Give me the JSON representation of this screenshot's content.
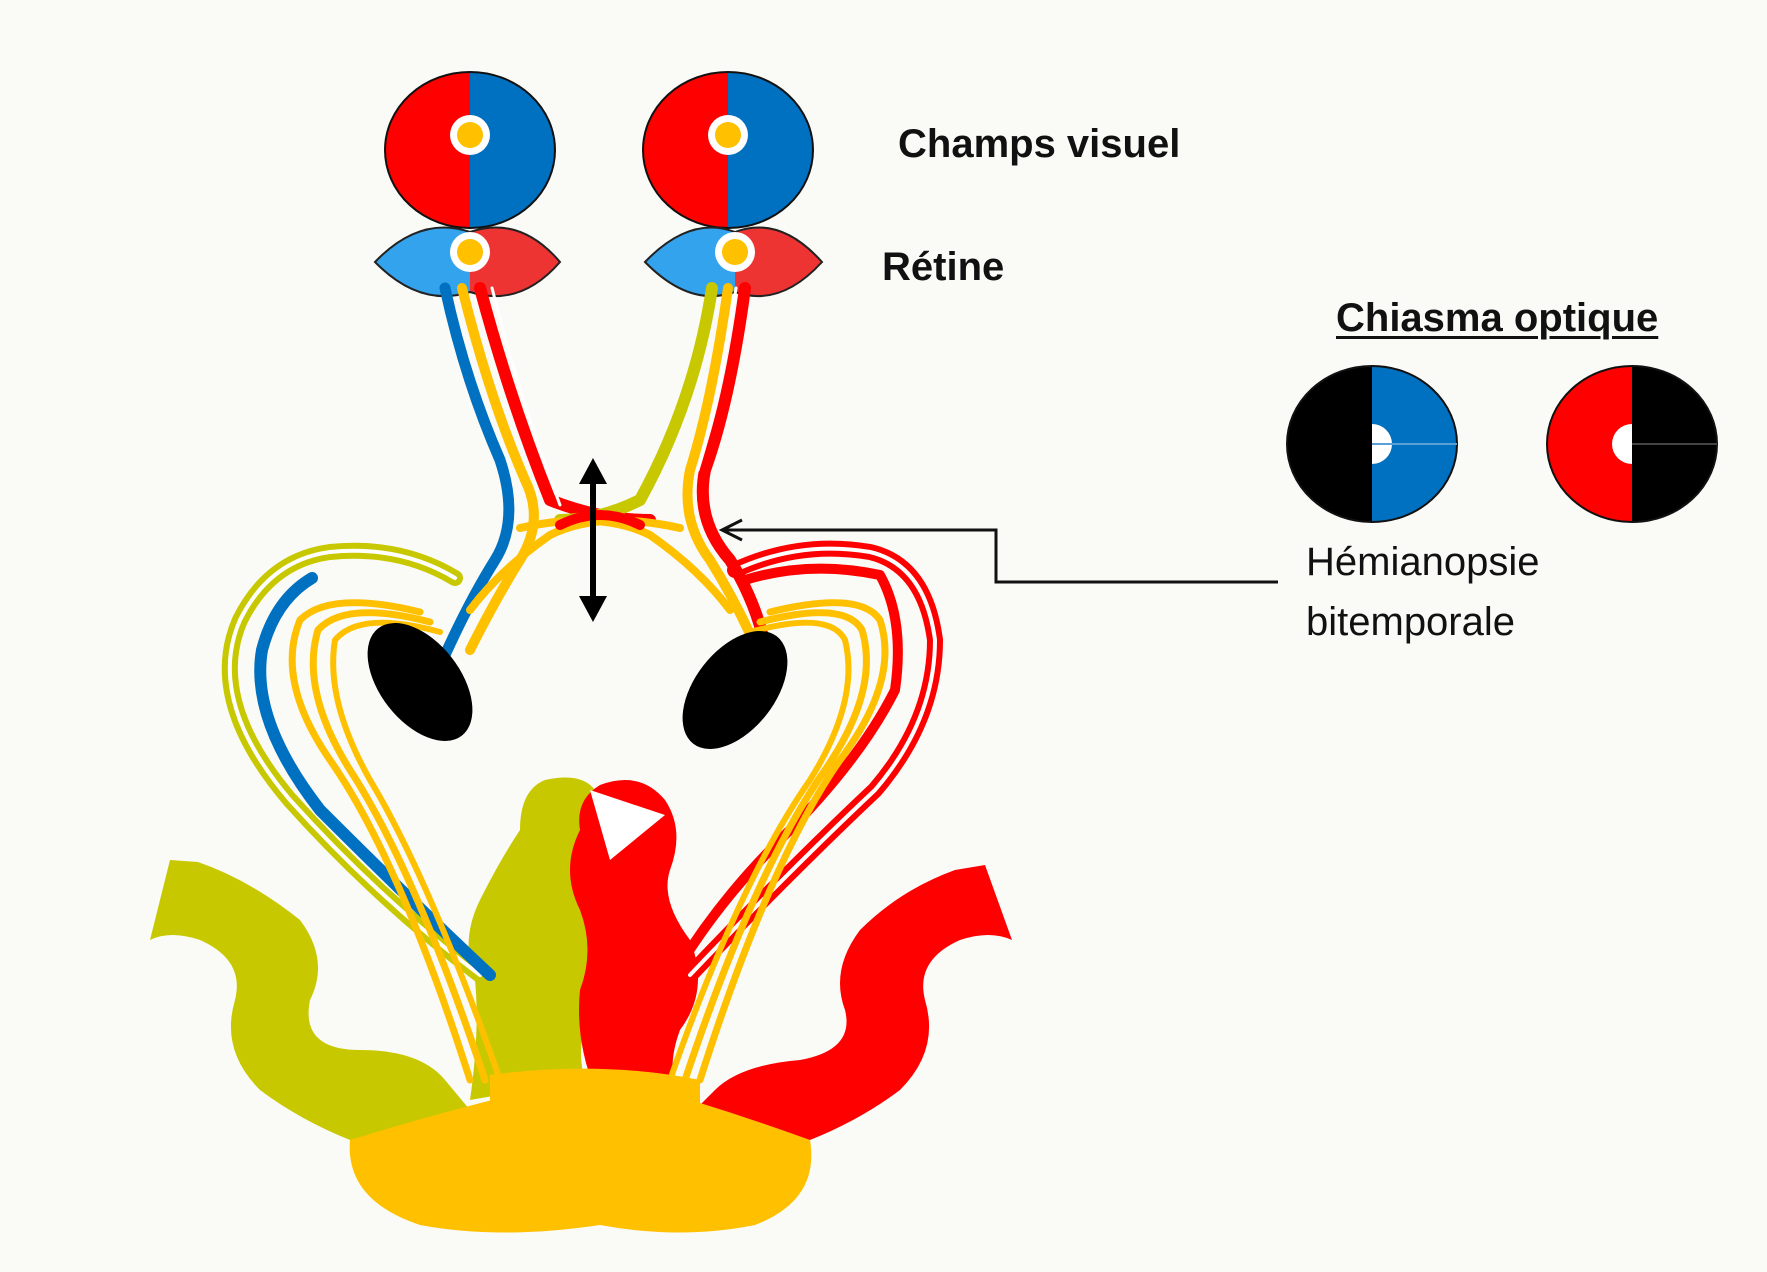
{
  "labels": {
    "visual_fields": "Champs visuel",
    "retina": "Rétine",
    "lesion_site": "Chiasma optique",
    "deficit_line1": "Hémianopsie",
    "deficit_line2": "bitemporale"
  },
  "colors": {
    "background": "#fafaf7",
    "left_hemifield": "#ff0000",
    "right_hemifield": "#0070c0",
    "retina_nasal": "#33a3ee",
    "retina_temporal": "#ee3333",
    "macula": "#ffc000",
    "olive_radiation": "#c8c800",
    "lost_field": "#000000"
  }
}
